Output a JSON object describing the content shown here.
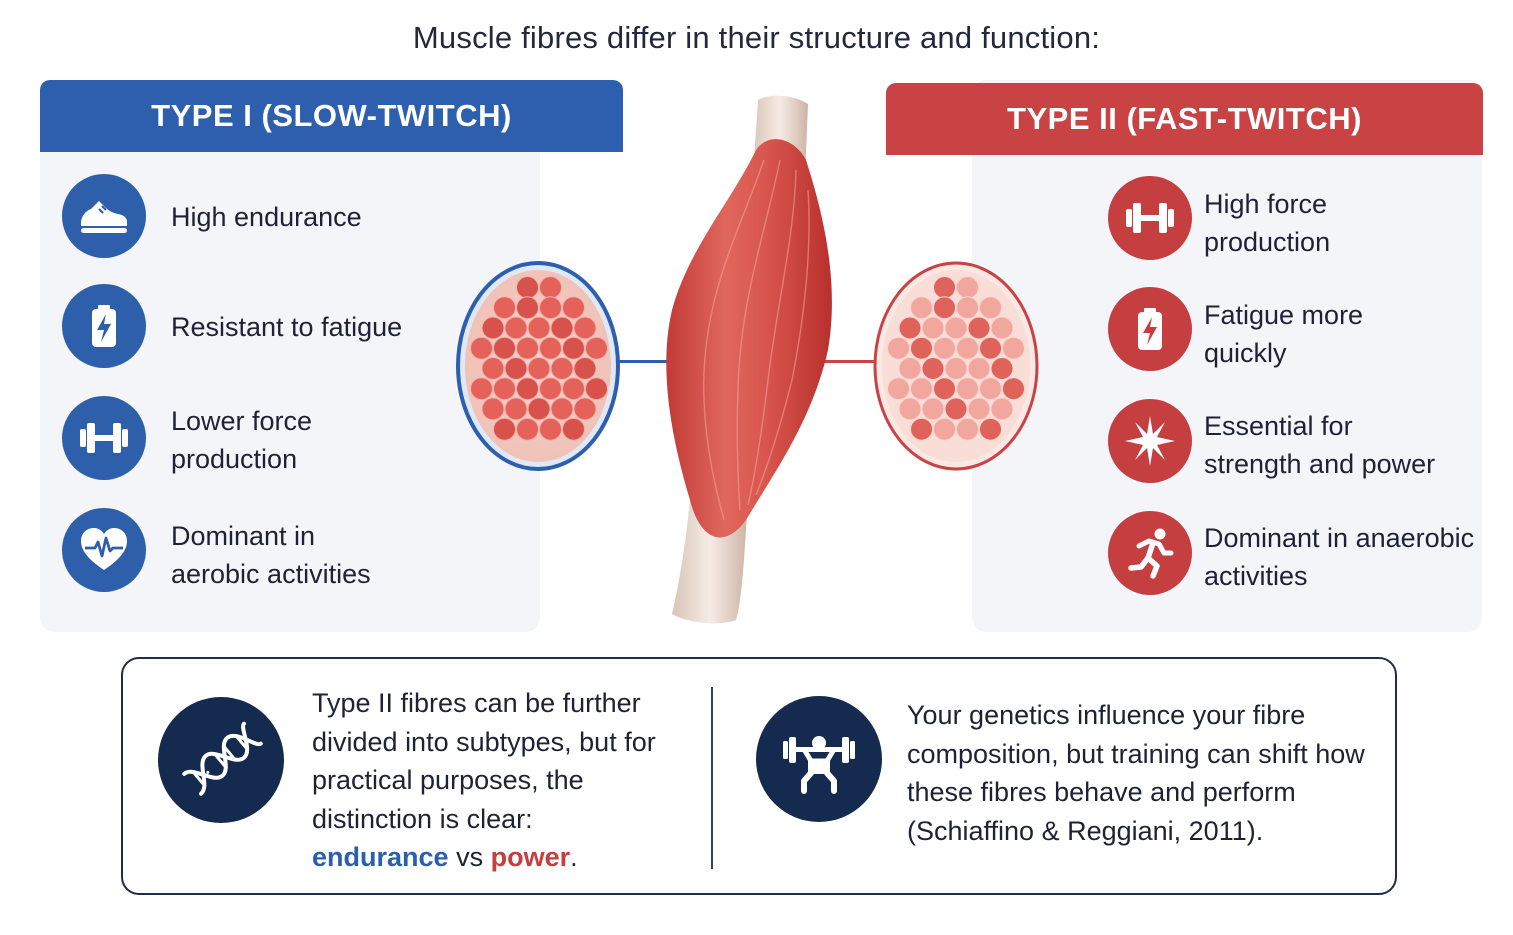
{
  "title": "Muscle fibres differ in their structure and function:",
  "colors": {
    "blue": "#2d5fae",
    "red": "#c94244",
    "navy": "#152a4f"
  },
  "type1": {
    "heading": "TYPE I (SLOW-TWITCH)",
    "features": [
      {
        "icon": "running-shoe-icon",
        "text": "High endurance"
      },
      {
        "icon": "battery-bolt-icon",
        "text": "Resistant to fatigue"
      },
      {
        "icon": "dumbbell-icon",
        "text": "Lower force\nproduction"
      },
      {
        "icon": "heart-pulse-icon",
        "text": "Dominant in\naerobic activities"
      }
    ]
  },
  "type2": {
    "heading": "TYPE II (FAST-TWITCH)",
    "features": [
      {
        "icon": "dumbbell-icon",
        "text": "High force\nproduction"
      },
      {
        "icon": "battery-bolt-icon",
        "text": "Fatigue more\nquickly"
      },
      {
        "icon": "burst-icon",
        "text": "Essential for\nstrength and power"
      },
      {
        "icon": "sprinter-icon",
        "text": "Dominant in anaerobic\nactivities"
      }
    ]
  },
  "note_left": {
    "icon": "dna-icon",
    "text": "Type II fibres can be further divided into subtypes, but for practical purposes, the distinction is clear:",
    "kw_endurance": "endurance",
    "kw_vs": "vs",
    "kw_power": "power",
    "kw_end": "."
  },
  "note_right": {
    "icon": "weightlifter-icon",
    "text": "Your genetics influence your fibre composition, but training can shift how these fibres behave and perform (Schiaffino & Reggiani, 2011)."
  }
}
